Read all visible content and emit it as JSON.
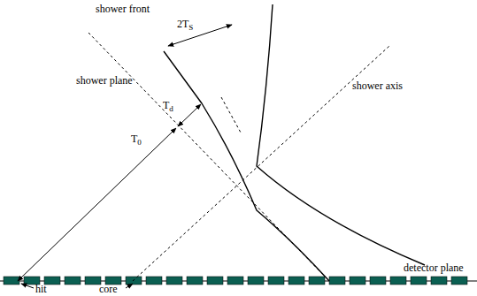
{
  "diagram": {
    "labels": [
      "shower front",
      "2TS",
      "shower plane",
      "Td",
      "shower axis",
      "T0",
      "hit",
      "core",
      "detector plane"
    ]
  }
}
